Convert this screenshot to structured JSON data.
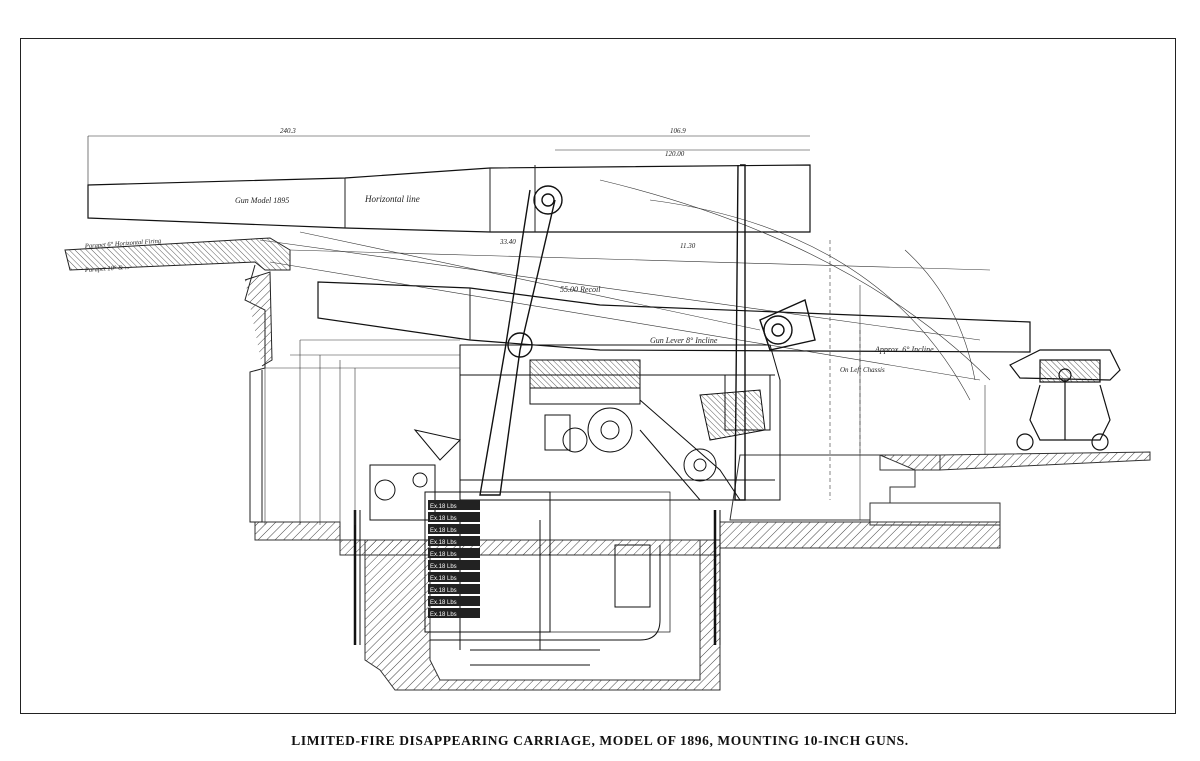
{
  "caption": "LIMITED-FIRE DISAPPEARING CARRIAGE, MODEL OF 1896, MOUNTING 10-INCH GUNS.",
  "labels": {
    "gun_model": "Gun Model 1895",
    "horizontal_line": "Horizontal line",
    "parapet_upper": "Parapet 6° Horizontal Firing",
    "parapet_lower": "Parapet 10° & ...",
    "recoil": "55.00 Recoil",
    "gun_lever": "Gun Lever 8° Incline",
    "approx_incline": "Approx. 6° Incline",
    "on_left_chassis": "On Left Chassis"
  },
  "dimensions": {
    "top_left": "240.3",
    "top_mid": "106.9",
    "top_right": "120.00",
    "mid_a": "33.40",
    "mid_b": "11.30"
  },
  "columns": {
    "stack_title": "WEIGHTS",
    "rows": [
      "Ex.18 Lbs",
      "Ex.18 Lbs",
      "Ex.18 Lbs",
      "Ex.18 Lbs",
      "Ex.18 Lbs",
      "Ex.18 Lbs",
      "Ex.18 Lbs",
      "Ex.18 Lbs",
      "Ex.18 Lbs",
      "Ex.18 Lbs"
    ]
  }
}
